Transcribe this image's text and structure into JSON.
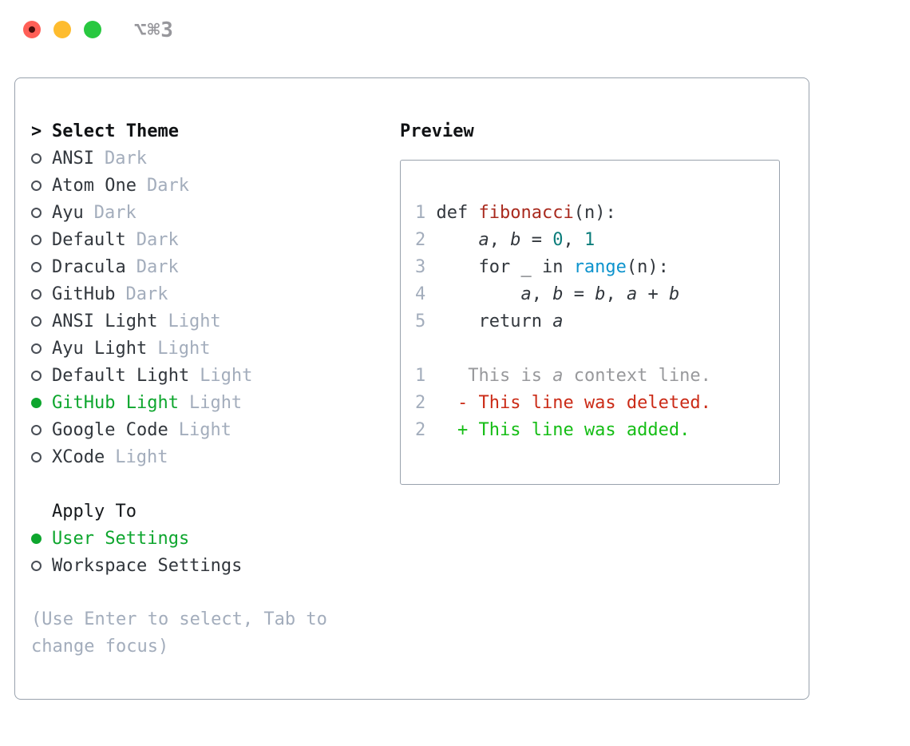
{
  "window": {
    "title": "⌥⌘3"
  },
  "theme_picker": {
    "prompt": ">",
    "heading": "Select Theme",
    "themes": [
      {
        "name": "ANSI",
        "tag": "Dark",
        "selected": false
      },
      {
        "name": "Atom One",
        "tag": "Dark",
        "selected": false
      },
      {
        "name": "Ayu",
        "tag": "Dark",
        "selected": false
      },
      {
        "name": "Default",
        "tag": "Dark",
        "selected": false
      },
      {
        "name": "Dracula",
        "tag": "Dark",
        "selected": false
      },
      {
        "name": "GitHub",
        "tag": "Dark",
        "selected": false
      },
      {
        "name": "ANSI Light",
        "tag": "Light",
        "selected": false
      },
      {
        "name": "Ayu Light",
        "tag": "Light",
        "selected": false
      },
      {
        "name": "Default Light",
        "tag": "Light",
        "selected": false
      },
      {
        "name": "GitHub Light",
        "tag": "Light",
        "selected": true
      },
      {
        "name": "Google Code",
        "tag": "Light",
        "selected": false
      },
      {
        "name": "XCode",
        "tag": "Light",
        "selected": false
      }
    ]
  },
  "apply_to": {
    "heading": "Apply To",
    "options": [
      {
        "label": "User Settings",
        "selected": true
      },
      {
        "label": "Workspace Settings",
        "selected": false
      }
    ]
  },
  "hint": "(Use Enter to select, Tab to change focus)",
  "preview": {
    "heading": "Preview",
    "lines": [
      {
        "tokens": [
          [
            "ln",
            "1 "
          ],
          [
            "plain",
            "def "
          ],
          [
            "fn",
            "fibonacci"
          ],
          [
            "plain",
            "(n):"
          ]
        ]
      },
      {
        "tokens": [
          [
            "ln",
            "2 "
          ],
          [
            "plain",
            "    "
          ],
          [
            "var",
            "a"
          ],
          [
            "plain",
            ", "
          ],
          [
            "var",
            "b"
          ],
          [
            "plain",
            " = "
          ],
          [
            "num",
            "0"
          ],
          [
            "plain",
            ", "
          ],
          [
            "num",
            "1"
          ]
        ]
      },
      {
        "tokens": [
          [
            "ln",
            "3 "
          ],
          [
            "plain",
            "    for _ in "
          ],
          [
            "builtin",
            "range"
          ],
          [
            "plain",
            "(n):"
          ]
        ]
      },
      {
        "tokens": [
          [
            "ln",
            "4 "
          ],
          [
            "plain",
            "        "
          ],
          [
            "var",
            "a"
          ],
          [
            "plain",
            ", "
          ],
          [
            "var",
            "b"
          ],
          [
            "plain",
            " = "
          ],
          [
            "var",
            "b"
          ],
          [
            "plain",
            ", "
          ],
          [
            "var",
            "a"
          ],
          [
            "plain",
            " + "
          ],
          [
            "var",
            "b"
          ]
        ]
      },
      {
        "tokens": [
          [
            "ln",
            "5 "
          ],
          [
            "plain",
            "    return "
          ],
          [
            "var",
            "a"
          ]
        ]
      },
      {
        "tokens": []
      },
      {
        "tokens": [
          [
            "ln",
            "1 "
          ],
          [
            "ctx",
            "   This is "
          ],
          [
            "ctxvar",
            "a"
          ],
          [
            "ctx",
            " context line."
          ]
        ]
      },
      {
        "tokens": [
          [
            "ln",
            "2 "
          ],
          [
            "del",
            "  - This line was deleted."
          ]
        ]
      },
      {
        "tokens": [
          [
            "ln",
            "2 "
          ],
          [
            "add",
            "  + This line was added."
          ]
        ]
      }
    ]
  },
  "icons": {
    "radio_unselected": "circle-outline",
    "radio_selected": "circle-filled-green",
    "prompt": "chevron-right"
  },
  "colors": {
    "accent_green": "#0ea62e",
    "added_green": "#15bd15",
    "deleted_red": "#cb2b17",
    "function_red": "#a92a1e",
    "number_teal": "#0c7d7b",
    "builtin_blue": "#0d93cd",
    "code_default": "#32373d",
    "muted_gray": "#a3adbc",
    "context_gray": "#98999c",
    "border_gray": "#99a2ad",
    "titlebar_gray": "#97979c",
    "traffic_red": "#ff5f57",
    "traffic_yellow": "#febc2e",
    "traffic_green": "#28c840"
  }
}
